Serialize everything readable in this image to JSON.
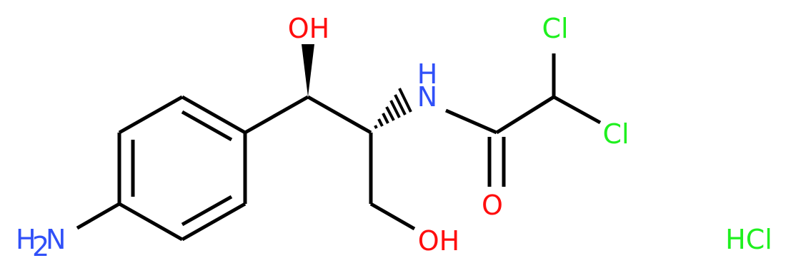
{
  "molecule": {
    "colors": {
      "bond": "#000000",
      "oxygen": "#ff0d0d",
      "nitrogen": "#3050f8",
      "chlorine": "#1ff01f",
      "carbon_text": "#000000"
    },
    "labels": {
      "oh_top": "OH",
      "oh_bottom": "OH",
      "nh": "N",
      "nh_h": "H",
      "cl_top": "Cl",
      "cl_right": "Cl",
      "carbonyl_o": "O",
      "amine_n": "N",
      "amine_h": "H",
      "amine_sub": "2",
      "salt": "HCl"
    }
  }
}
